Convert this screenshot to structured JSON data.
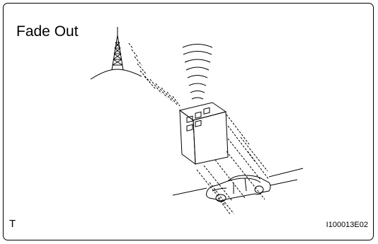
{
  "diagram": {
    "title": "Fade Out",
    "corner_mark": "T",
    "figure_code": "I100013E02"
  },
  "elements": {
    "tower": "radio-tower",
    "building": "building",
    "car": "car",
    "road": "road"
  }
}
